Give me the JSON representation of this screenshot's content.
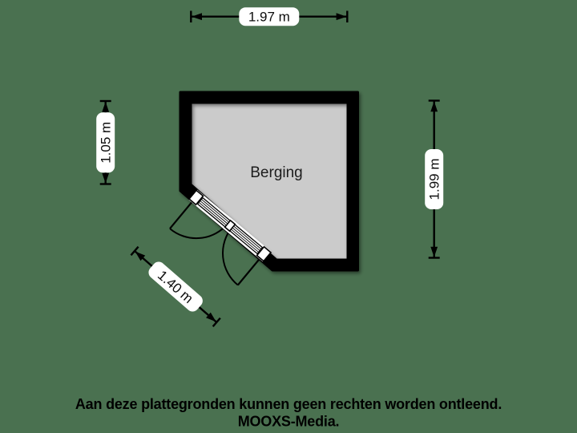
{
  "title": "Berging floor plan",
  "colors": {
    "background": "#4A7150",
    "wall": "#000000",
    "floor": "#CBCBCB",
    "label_background": "#FFFFFF",
    "text": "#000000"
  },
  "room": {
    "label": "Berging"
  },
  "dimensions": {
    "top": {
      "label": "1.97 m"
    },
    "left": {
      "label": "1.05 m"
    },
    "right": {
      "label": "1.99 m"
    },
    "diagonal": {
      "label": "1.40 m"
    }
  },
  "footer": {
    "disclaimer": "Aan deze plattegronden kunnen geen rechten worden ontleend.",
    "brand": "MOOXS-Media."
  }
}
